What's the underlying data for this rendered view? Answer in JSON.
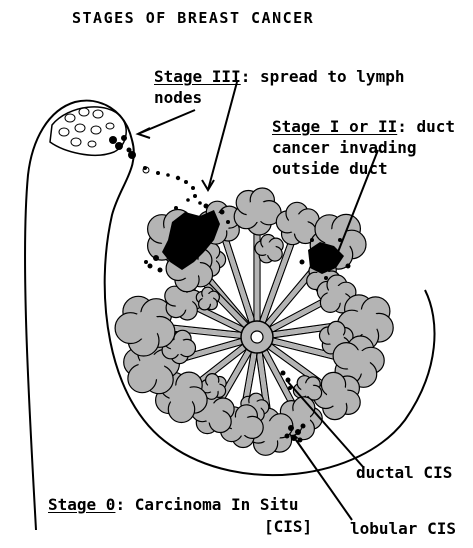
{
  "title": "STAGES OF BREAST CANCER",
  "stage3": {
    "stage": "Stage III",
    "rest": ": spread to lymph",
    "line2": "nodes"
  },
  "stage12": {
    "stage": "Stage I or II",
    "rest": ": duct",
    "line2": "cancer invading",
    "line3": "outside duct"
  },
  "ductal": "ductal CIS",
  "lobular": "lobular CIS",
  "stage0": {
    "stage": "Stage 0",
    "rest": ": Carcinoma In Situ",
    "line2": "[CIS]"
  },
  "colors": {
    "ink": "#000000",
    "lobule": "#b4b4b4",
    "background": "#ffffff"
  }
}
